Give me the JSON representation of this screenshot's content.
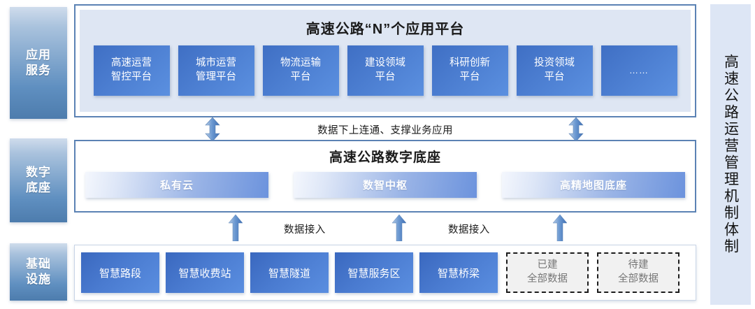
{
  "sidebar": {
    "items": [
      {
        "id": "application-service",
        "line1": "应用",
        "line2": "服务"
      },
      {
        "id": "digital-base",
        "line1": "数字",
        "line2": "底座"
      },
      {
        "id": "infrastructure",
        "line1": "基础",
        "line2": "设施"
      }
    ]
  },
  "application_section": {
    "title": "高速公路“N”个应用平台",
    "platforms": [
      {
        "line1": "高速运营",
        "line2": "智控平台"
      },
      {
        "line1": "城市运营",
        "line2": "管理平台"
      },
      {
        "line1": "物流运输",
        "line2": "平台"
      },
      {
        "line1": "建设领域",
        "line2": "平台"
      },
      {
        "line1": "科研创新",
        "line2": "平台"
      },
      {
        "line1": "投资领域",
        "line2": "平台"
      },
      {
        "line1": "……",
        "line2": ""
      }
    ]
  },
  "connector_top": {
    "caption": "数据下上连通、支撑业务应用",
    "arrow_icon": "bidirectional-vertical-arrow-icon"
  },
  "base_section": {
    "title": "高速公路数字底座",
    "boxes": [
      "私有云",
      "数智中枢",
      "高精地图底座"
    ]
  },
  "connector_bottom": {
    "captions": [
      "数据接入",
      "数据接入"
    ],
    "arrow_icon": "up-arrow-icon"
  },
  "infrastructure_section": {
    "boxes": [
      "智慧路段",
      "智慧收费站",
      "智慧隧道",
      "智慧服务区",
      "智慧桥梁"
    ],
    "dashed_boxes": [
      {
        "line1": "已建",
        "line2": "全部数据"
      },
      {
        "line1": "待建",
        "line2": "全部数据"
      }
    ]
  },
  "right_banner": {
    "text": "高速公路运营管理机制体制"
  },
  "colors": {
    "accent_blue": "#4a7bd0",
    "panel_blue": "#dee6f3",
    "border_blue": "#5b82b4",
    "banner_blue": "#dde6f5",
    "dashed_fill": "#f1f1f1",
    "dashed_text": "#767676"
  }
}
